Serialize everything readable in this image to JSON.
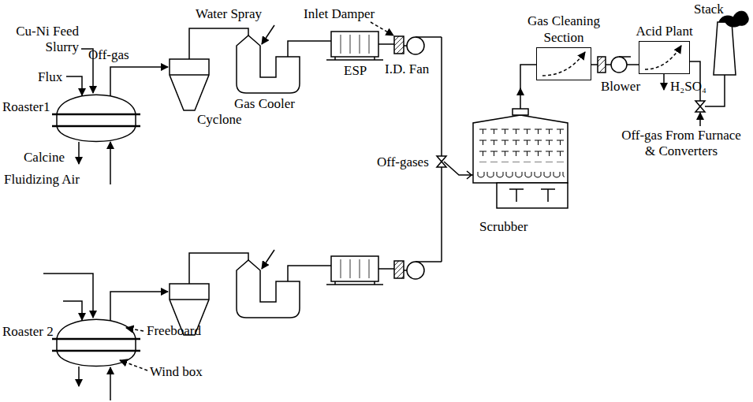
{
  "diagram": {
    "nodes": [
      {
        "text": [
          "Gas Cleaning Section"
        ]
      },
      {
        "text": [
          "Acid Plant"
        ]
      }
    ],
    "edges": [
      {
        "from": 0,
        "to": 1,
        "arrow": "none"
      }
    ],
    "labels": [
      "Cu-Ni Feed Slurry",
      "Flux",
      "Off-gas",
      "Water Spray",
      "Inlet Damper",
      "Roaster1",
      "Cyclone",
      "Gas Cooler",
      "ESP",
      "I.D. Fan",
      "Calcine",
      "Fluidizing Air",
      "Off-gases",
      "Scrubber",
      "Blower",
      "H₂SO₄",
      "Stack",
      "Off-gas From Furnace & Converters",
      "Roaster 2",
      "Freeboard",
      "Wind box"
    ]
  }
}
